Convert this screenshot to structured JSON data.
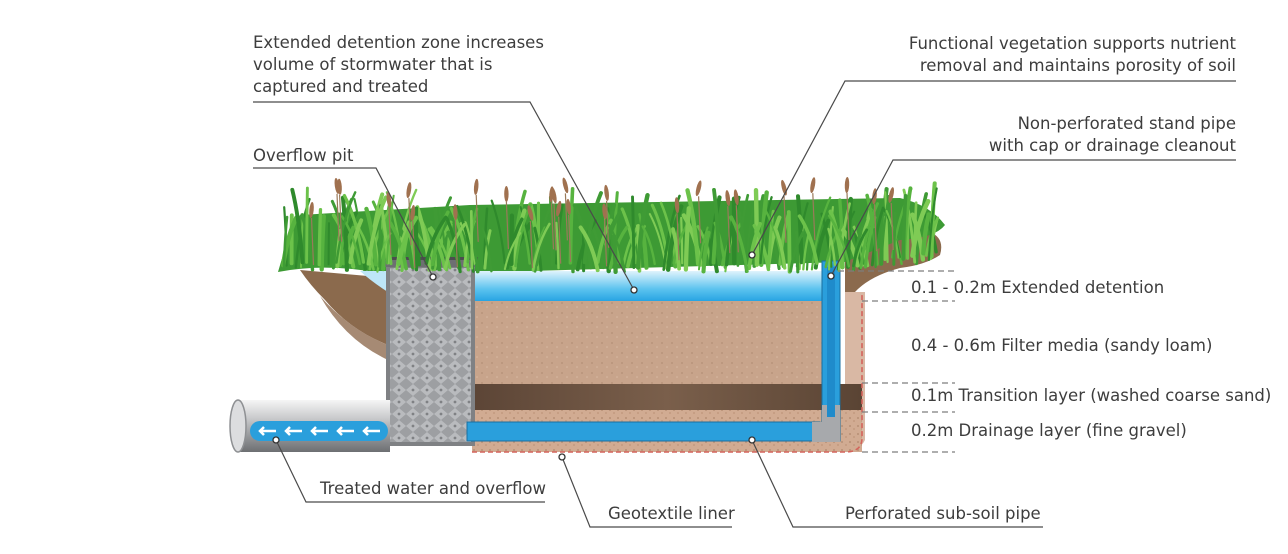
{
  "labels": {
    "extended_detention_zone": [
      "Extended detention zone increases",
      "volume of stormwater that is",
      "captured and treated"
    ],
    "overflow_pit": "Overflow pit",
    "functional_vegetation": [
      "Functional vegetation supports nutrient",
      "removal and maintains porosity of soil"
    ],
    "stand_pipe": [
      "Non-perforated stand pipe",
      "with cap or drainage cleanout"
    ],
    "treated_water": "Treated water and overflow",
    "geotextile_liner": "Geotextile liner",
    "sub_soil_pipe": "Perforated sub-soil pipe"
  },
  "layers": [
    {
      "id": "extended-detention",
      "text": "0.1 - 0.2m Extended detention"
    },
    {
      "id": "filter-media",
      "text": "0.4 - 0.6m Filter media (sandy loam)"
    },
    {
      "id": "transition",
      "text": "0.1m Transition layer (washed coarse sand)"
    },
    {
      "id": "drainage",
      "text": "0.2m Drainage layer (fine gravel)"
    }
  ],
  "colors": {
    "grass": "#4fae3a",
    "water": "#3fb4ea",
    "filter_media": "#c9a58d",
    "transition": "#6b5241",
    "drainage_pipe": "#2a9fdc",
    "soil_edge": "#8b6a4d",
    "pit": "#a7a9ac"
  }
}
